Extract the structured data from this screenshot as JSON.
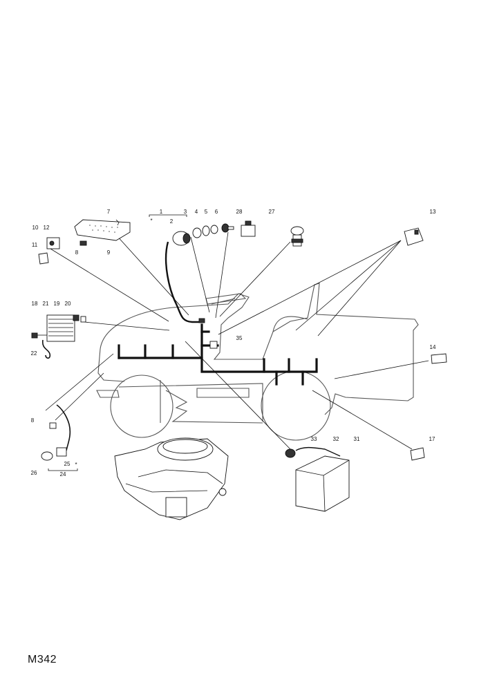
{
  "diagram_ref": "M342",
  "callouts": [
    "1",
    "2",
    "3",
    "4",
    "5",
    "6",
    "28",
    "27",
    "13",
    "7",
    "10",
    "12",
    "11",
    "8",
    "9",
    "18",
    "21",
    "19",
    "20",
    "22",
    "35",
    "14",
    "8",
    "25",
    "26",
    "24",
    "33",
    "32",
    "31",
    "17"
  ],
  "asterisk": "*"
}
